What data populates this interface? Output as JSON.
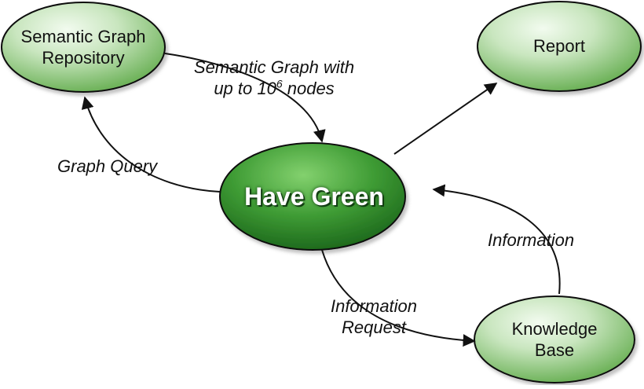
{
  "nodes": {
    "repository": {
      "line1": "Semantic Graph",
      "line2": "Repository"
    },
    "report": {
      "label": "Report"
    },
    "center": {
      "label": "Have Green"
    },
    "knowledge_base": {
      "line1": "Knowledge",
      "line2": "Base"
    }
  },
  "edges": {
    "semantic_graph": {
      "line1": "Semantic Graph with",
      "line2_prefix": "up to 10",
      "line2_sup": "6",
      "line2_suffix": " nodes"
    },
    "graph_query": {
      "label": "Graph Query"
    },
    "information": {
      "label": "Information"
    },
    "information_request": {
      "line1": "Information",
      "line2": "Request"
    }
  }
}
